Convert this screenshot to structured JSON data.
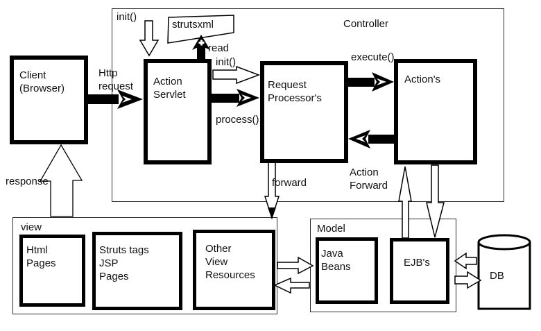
{
  "diagram": {
    "title_hint": "Struts MVC architecture diagram",
    "colors": {
      "line": "#000000",
      "background": "#ffffff"
    },
    "controller": {
      "label": "Controller"
    },
    "client": {
      "label": "Client\n(Browser)"
    },
    "action_servlet": {
      "label": "Action\nServlet"
    },
    "request_processor": {
      "label": "Request\nProcessor's"
    },
    "actions": {
      "label": "Action's"
    },
    "strutsxml": {
      "label": "strutsxml"
    },
    "view": {
      "label": "view",
      "html_pages": "Html\nPages",
      "struts_tags": "Struts tags\nJSP\nPages",
      "other_view": "Other\nView\nResources"
    },
    "model": {
      "label": "Model",
      "java_beans": "Java\nBeans",
      "ejbs": "EJB's"
    },
    "db": {
      "label": "DB"
    },
    "arrows": {
      "init_top": "init()",
      "read": "read",
      "http_request": "Http\nrequest",
      "init_mid": "init()",
      "process": "process()",
      "execute": "execute()",
      "forward": "forward",
      "action_forward": "Action\nForward",
      "response": "response"
    }
  }
}
